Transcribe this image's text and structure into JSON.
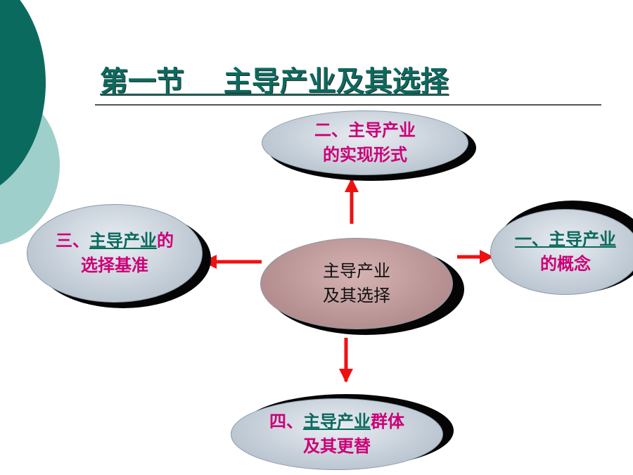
{
  "title": "第一节    主导产业及其选择",
  "center": {
    "line1": "主导产业",
    "line2": "及其选择"
  },
  "top": {
    "line1": "二、主导产业",
    "line2": "的实现形式"
  },
  "left": {
    "prefix": "三、",
    "highlight": "主导产业",
    "suffix": "的",
    "line2": "选择基准"
  },
  "right": {
    "prefix": "一、",
    "highlight": "主导产业",
    "line2": "的概念"
  },
  "bottom": {
    "prefix": "四、",
    "highlight": "主导产业",
    "suffix": "群体",
    "line2": "及其更替"
  },
  "colors": {
    "theme_teal": "#0b6a5e",
    "theme_light": "#9fcfcb",
    "label_magenta": "#cc0077",
    "arrow_red": "#ee1111"
  }
}
